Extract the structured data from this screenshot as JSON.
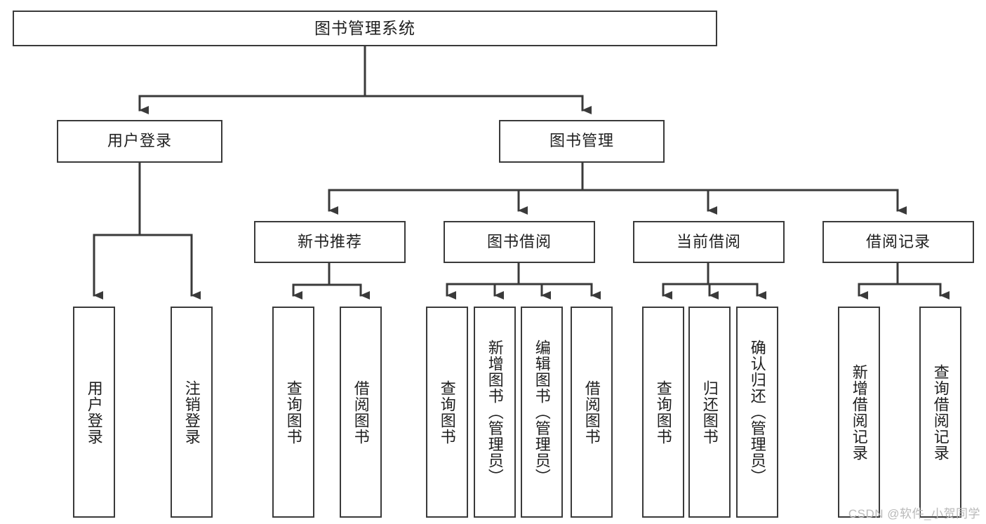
{
  "diagram": {
    "title": "图书管理系统",
    "watermark": "CSDN @软件_小贺同学",
    "colors": {
      "border": "#3a3a3a",
      "fill": "#ffffff",
      "text": "#1f1f1f",
      "watermark": "#b9b9b9"
    },
    "root": {
      "label": "图书管理系统"
    },
    "level2": [
      {
        "label": "用户登录"
      },
      {
        "label": "图书管理"
      }
    ],
    "level3": [
      {
        "label": "新书推荐"
      },
      {
        "label": "图书借阅"
      },
      {
        "label": "当前借阅"
      },
      {
        "label": "借阅记录"
      }
    ],
    "leaves": {
      "user_login": [
        {
          "label": "用户登录"
        },
        {
          "label": "注销登录"
        }
      ],
      "new_book": [
        {
          "label": "查询图书"
        },
        {
          "label": "借阅图书"
        }
      ],
      "book_borrow": [
        {
          "label": "查询图书"
        },
        {
          "label": "新增图书（管理员）"
        },
        {
          "label": "编辑图书（管理员）"
        },
        {
          "label": "借阅图书"
        }
      ],
      "current_borrow": [
        {
          "label": "查询图书"
        },
        {
          "label": "归还图书"
        },
        {
          "label": "确认归还（管理员）"
        }
      ],
      "borrow_record": [
        {
          "label": "新增借阅记录"
        },
        {
          "label": "查询借阅记录"
        }
      ]
    }
  }
}
